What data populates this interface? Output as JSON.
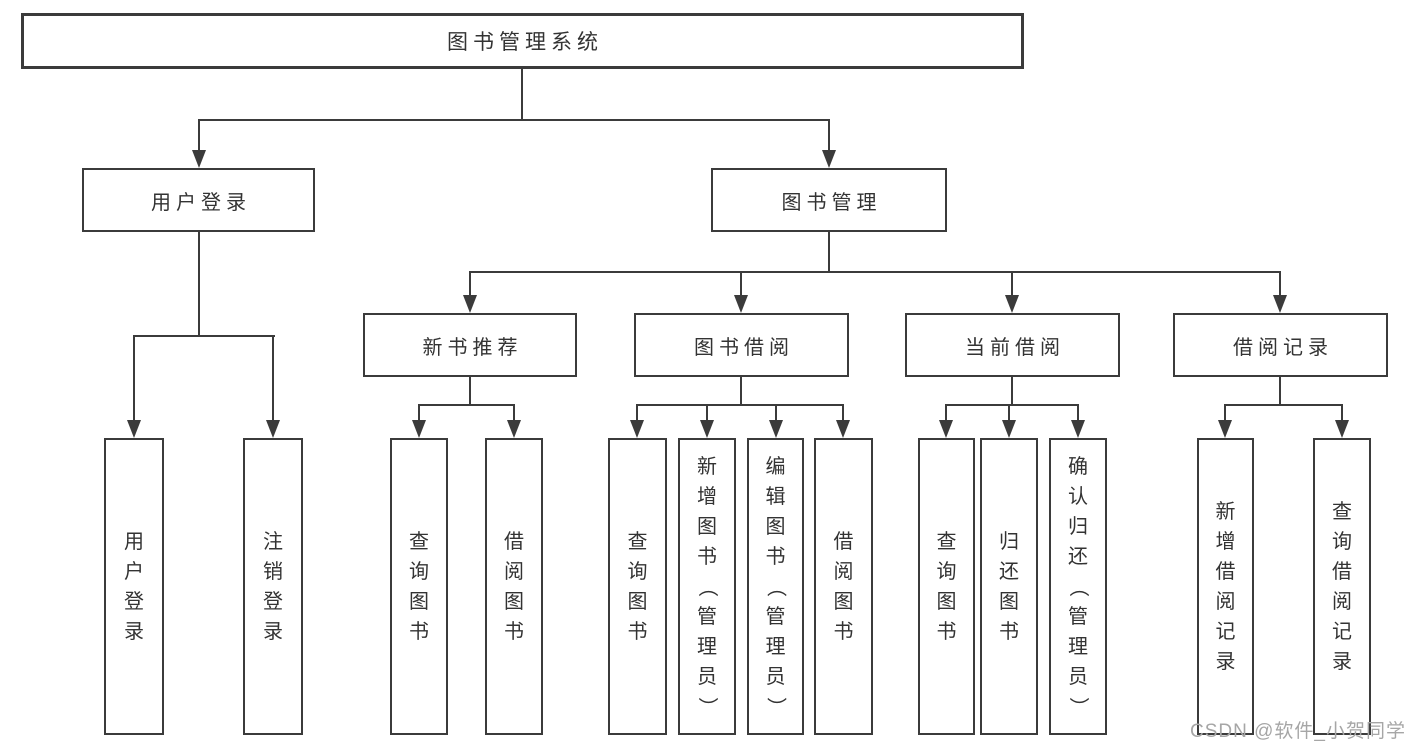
{
  "colors": {
    "background": "#ffffff",
    "line": "#3b3b3b",
    "border": "#3b3b3b",
    "text": "#333333",
    "watermark": "#a6a6a6"
  },
  "nodes": {
    "root": "图书管理系统",
    "user_login": "用户登录",
    "book_management": "图书管理",
    "new_book": "新书推荐",
    "book_borrow": "图书借阅",
    "current_borrow": "当前借阅",
    "borrow_record": "借阅记录"
  },
  "leaves": {
    "user_login": [
      "用户登录",
      "注销登录"
    ],
    "new_book": [
      "查询图书",
      "借阅图书"
    ],
    "book_borrow": [
      "查询图书",
      "新增图书（管理员）",
      "编辑图书（管理员）",
      "借阅图书"
    ],
    "current_borrow": [
      "查询图书",
      "归还图书",
      "确认归还（管理员）"
    ],
    "borrow_record": [
      "新增借阅记录",
      "查询借阅记录"
    ]
  },
  "watermark": "CSDN @软件_小贺同学"
}
